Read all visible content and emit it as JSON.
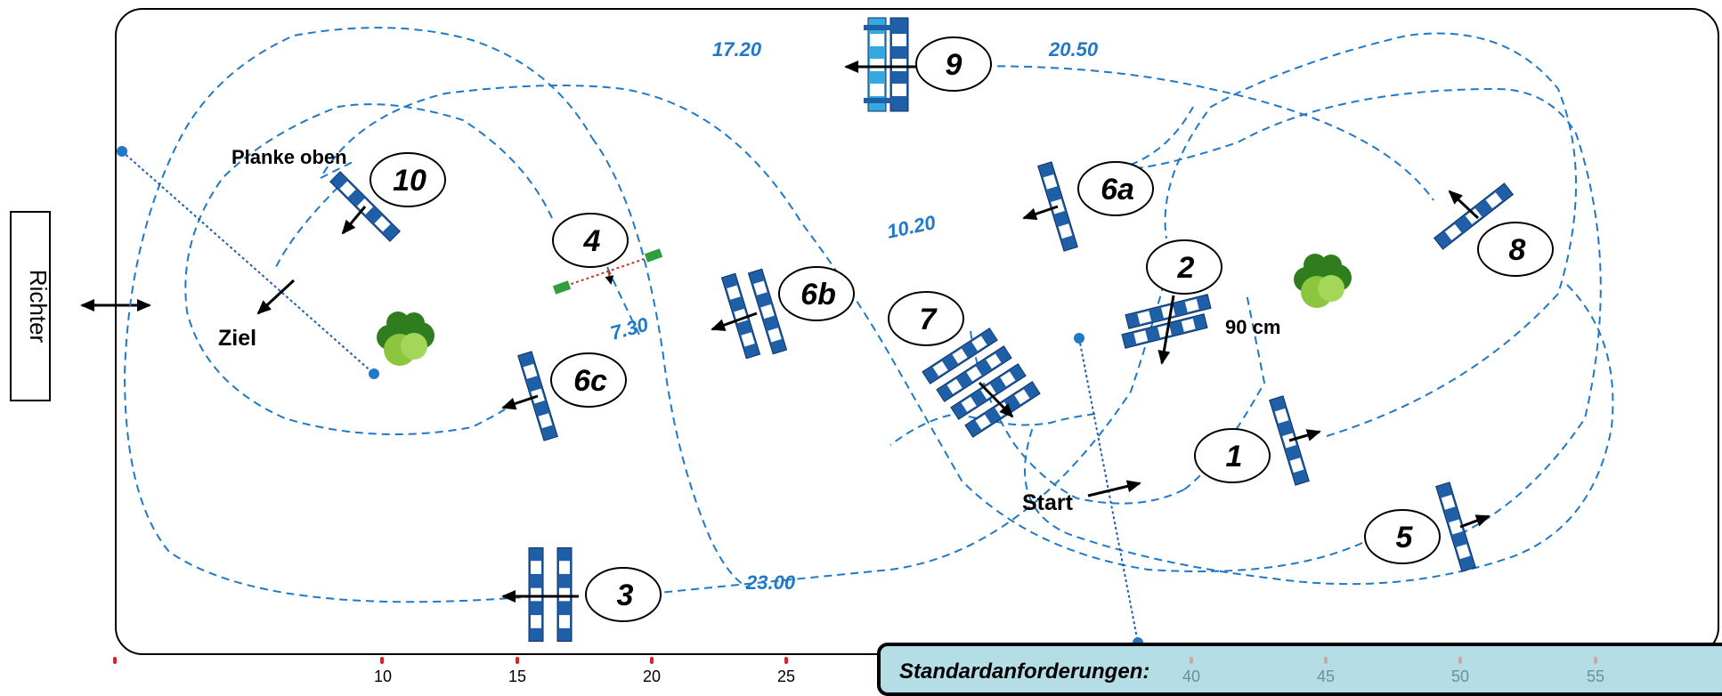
{
  "judge_label": "Richter",
  "obstacles": {
    "n1": "1",
    "n2": "2",
    "n3": "3",
    "n4": "4",
    "n5": "5",
    "n6a": "6a",
    "n6b": "6b",
    "n6c": "6c",
    "n7": "7",
    "n8": "8",
    "n9": "9",
    "n10": "10"
  },
  "labels": {
    "start": "Start",
    "finish": "Ziel",
    "plank": "Planke oben",
    "height": "90 cm"
  },
  "distances": {
    "d1": "17.20",
    "d2": "20.50",
    "d3": "10.20",
    "d4": "7.30",
    "d5": "23.00"
  },
  "ruler_ticks": [
    "10",
    "15",
    "20",
    "25",
    "40",
    "45",
    "50",
    "55"
  ],
  "requirements_title": "Standardanforderungen:",
  "colors": {
    "route": "#1f78c8",
    "pole_blue": "#1f5fa8",
    "tree_green": "#8cc63f",
    "requirements_bg": "#b4dde5"
  }
}
